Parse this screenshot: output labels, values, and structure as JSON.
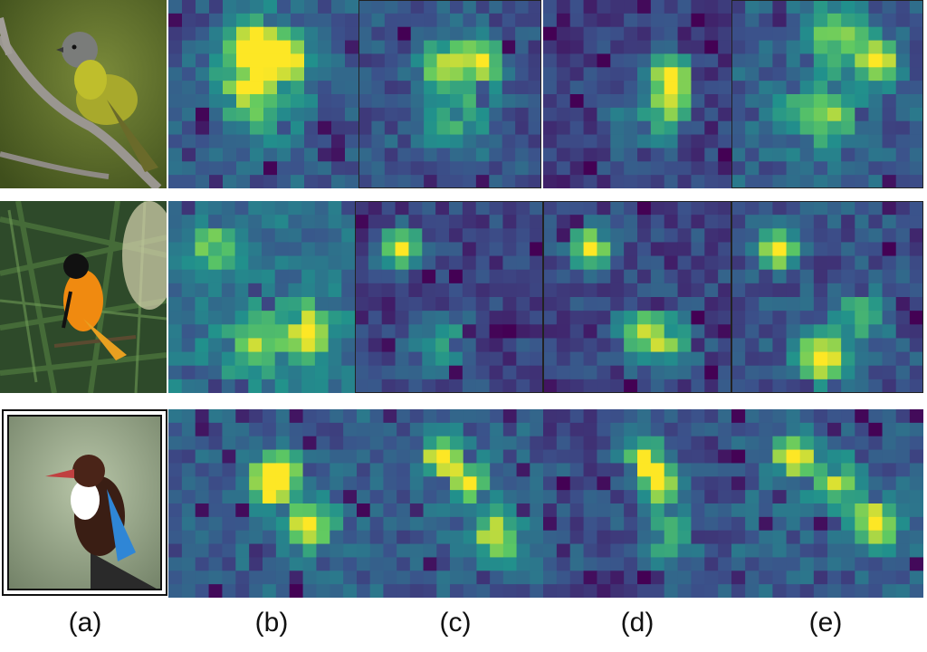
{
  "figure": {
    "labels": [
      "(a)",
      "(b)",
      "(c)",
      "(d)",
      "(e)"
    ],
    "rows": [
      {
        "photo_icon": "grey-headed-yellow-bird-on-branch"
      },
      {
        "photo_icon": "orange-black-oriole-in-pine"
      },
      {
        "photo_icon": "blue-brown-kingfisher-on-post"
      }
    ]
  },
  "colormap": [
    "#440154",
    "#3b528b",
    "#21918c",
    "#5ec962",
    "#fde725"
  ]
}
